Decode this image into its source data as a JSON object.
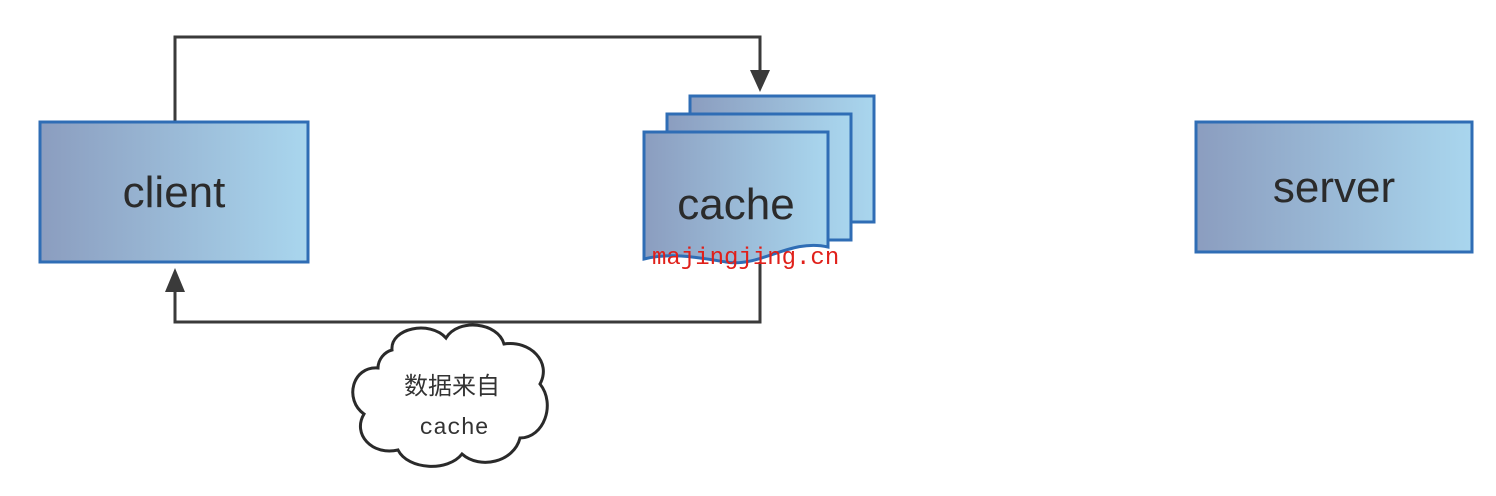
{
  "diagram": {
    "nodes": {
      "client": {
        "label": "client"
      },
      "cache": {
        "label": "cache"
      },
      "server": {
        "label": "server"
      }
    },
    "cloud": {
      "line1": "数据来自",
      "line2": "cache"
    },
    "watermark": "majingjing.cn"
  },
  "colors": {
    "box_gradient_start": "#8b9dbf",
    "box_gradient_end": "#a9d6ee",
    "box_border": "#2f6db5",
    "arrow": "#3a3a3a",
    "watermark": "#e0201a"
  }
}
